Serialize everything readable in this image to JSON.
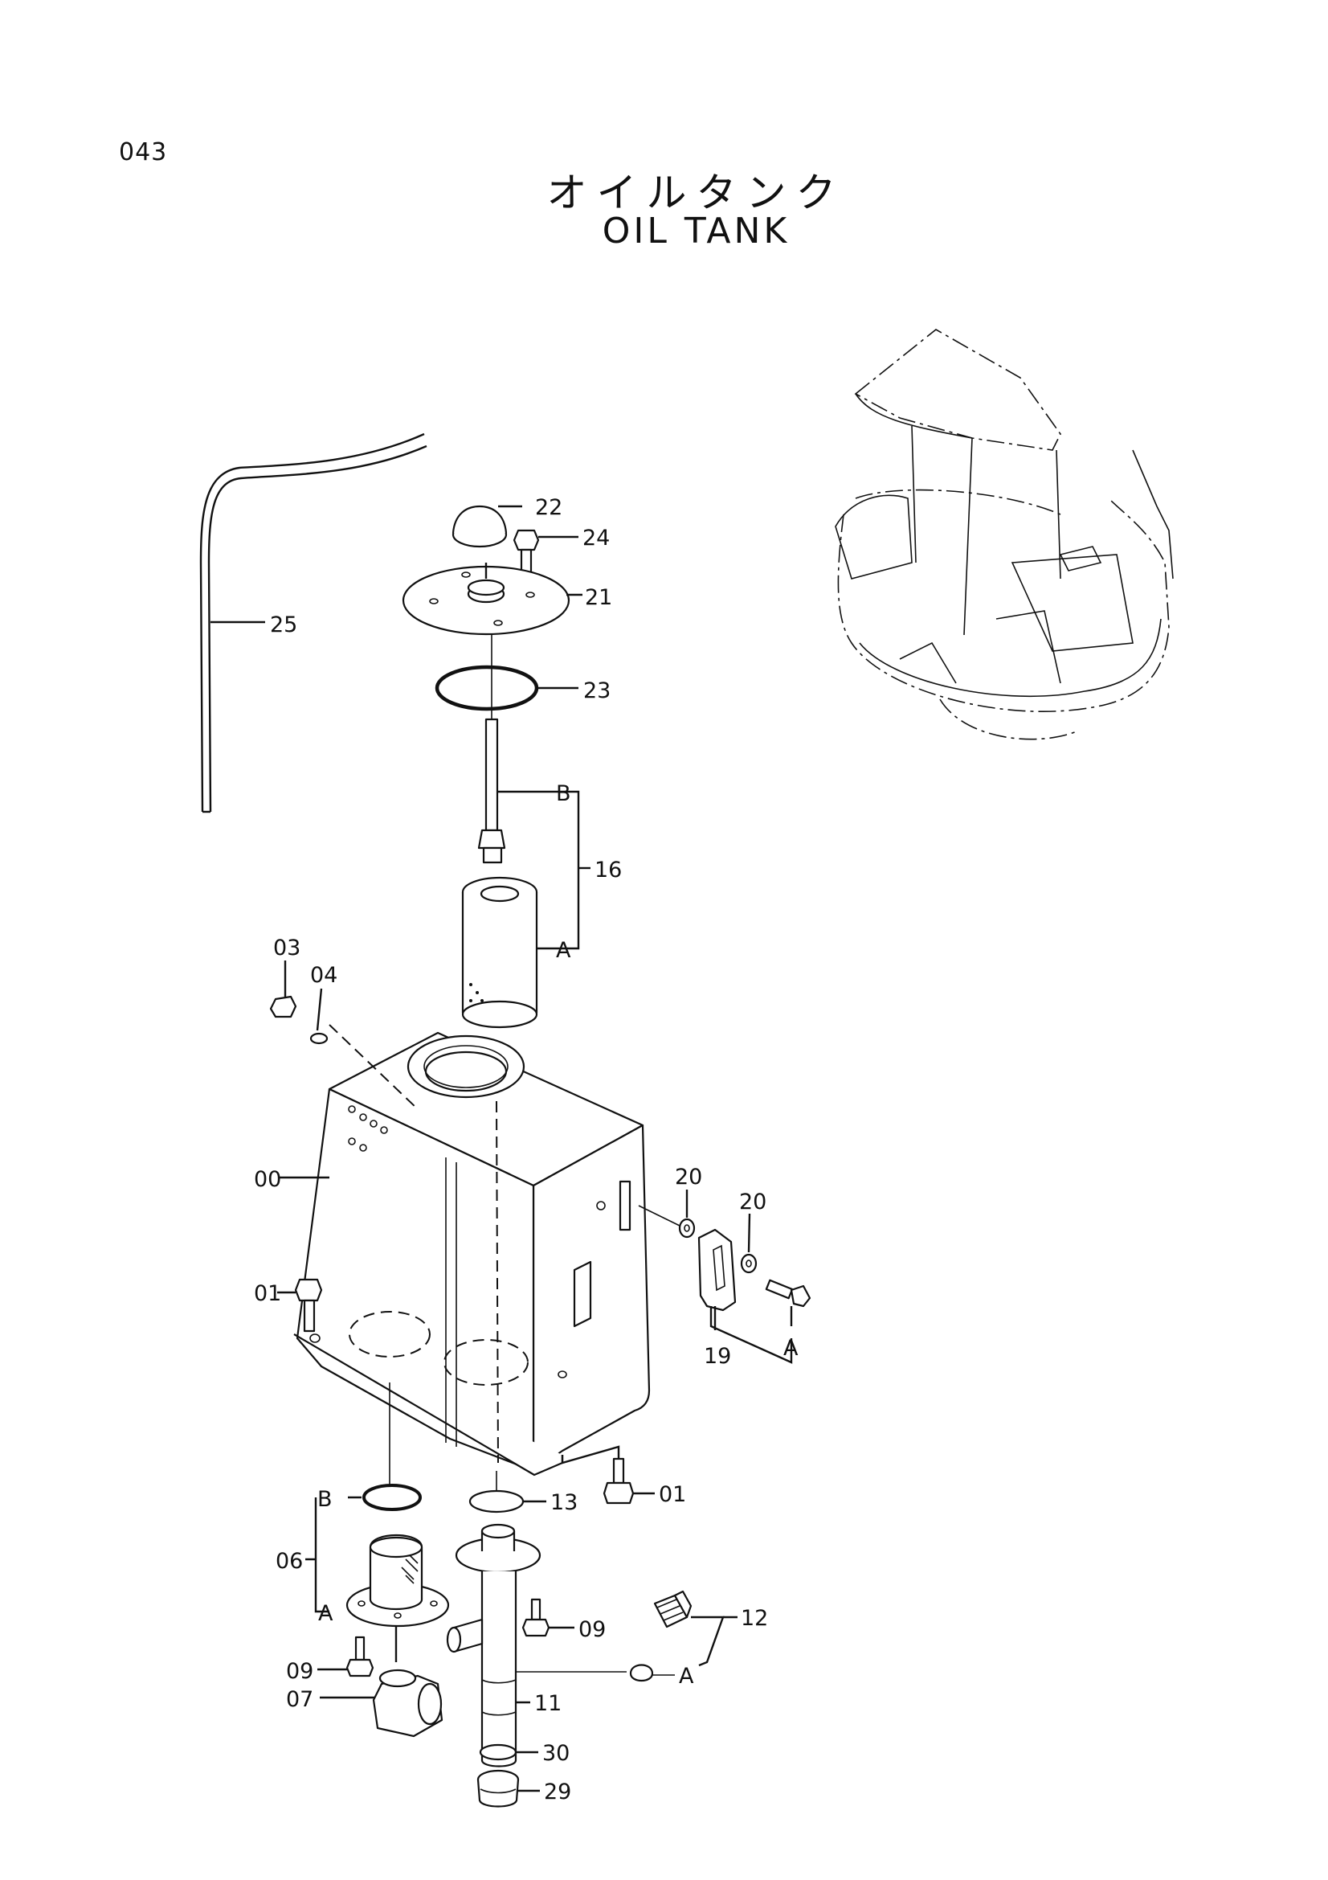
{
  "header": {
    "page_number": "043",
    "title_jp": "オイルタンク",
    "title_en": "OIL TANK"
  },
  "callouts": {
    "p00": "00",
    "p01a": "01",
    "p01b": "01",
    "p03": "03",
    "p04": "04",
    "p06": "06",
    "p07": "07",
    "p09a": "09",
    "p09b": "09",
    "p11": "11",
    "p12": "12",
    "p13": "13",
    "p16": "16",
    "p19": "19",
    "p20a": "20",
    "p20b": "20",
    "p21": "21",
    "p22": "22",
    "p23": "23",
    "p24": "24",
    "p25": "25",
    "p29": "29",
    "p30": "30"
  },
  "sub_refs": {
    "b16": "B",
    "a16": "A",
    "b06": "B",
    "a06": "A",
    "a19": "A",
    "a12": "A"
  }
}
